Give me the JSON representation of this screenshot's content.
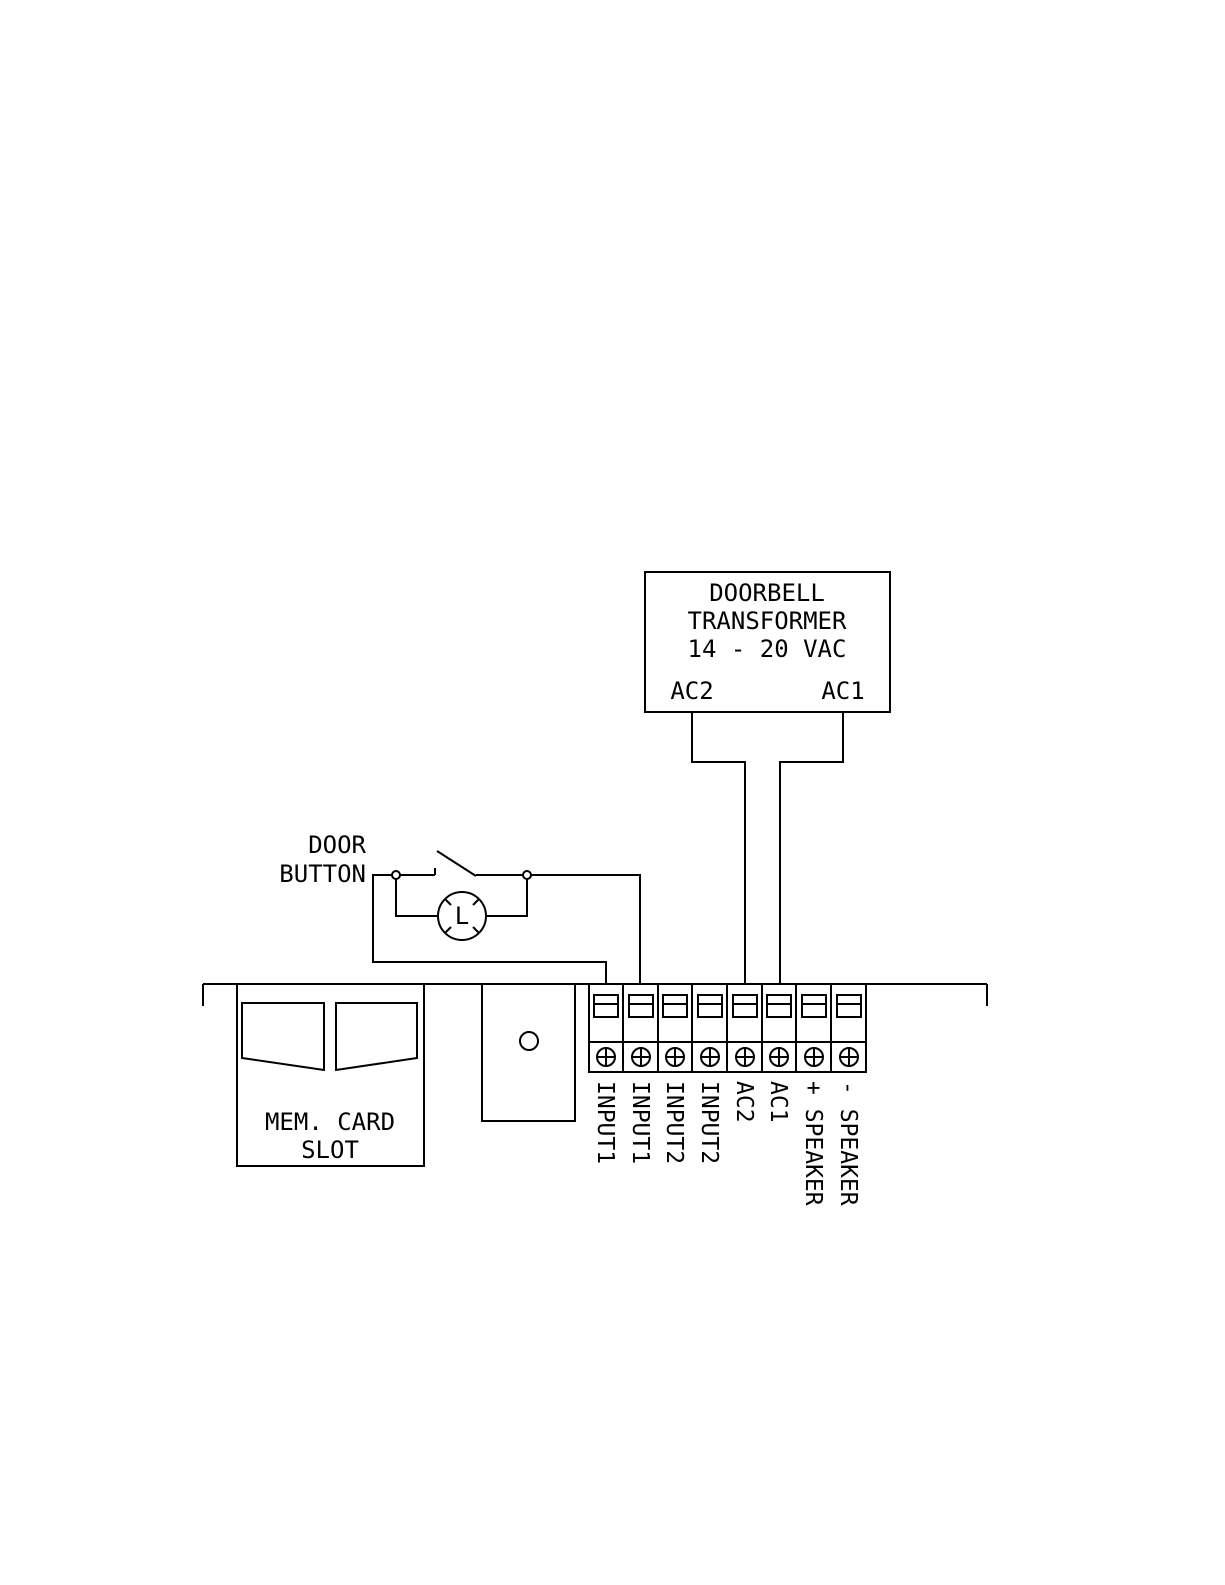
{
  "transformer": {
    "line1": "DOORBELL",
    "line2": "TRANSFORMER",
    "line3": "14 - 20 VAC",
    "left_terminal": "AC2",
    "right_terminal": "AC1"
  },
  "door_button": {
    "line1": "DOOR",
    "line2": "BUTTON",
    "lamp_label": "L"
  },
  "memory_card": {
    "line1": "MEM. CARD",
    "line2": "SLOT"
  },
  "terminals": [
    {
      "label": "INPUT1"
    },
    {
      "label": "INPUT1"
    },
    {
      "label": "INPUT2"
    },
    {
      "label": "INPUT2"
    },
    {
      "label": "AC2"
    },
    {
      "label": "AC1"
    },
    {
      "label": "+ SPEAKER"
    },
    {
      "label": "- SPEAKER"
    }
  ]
}
